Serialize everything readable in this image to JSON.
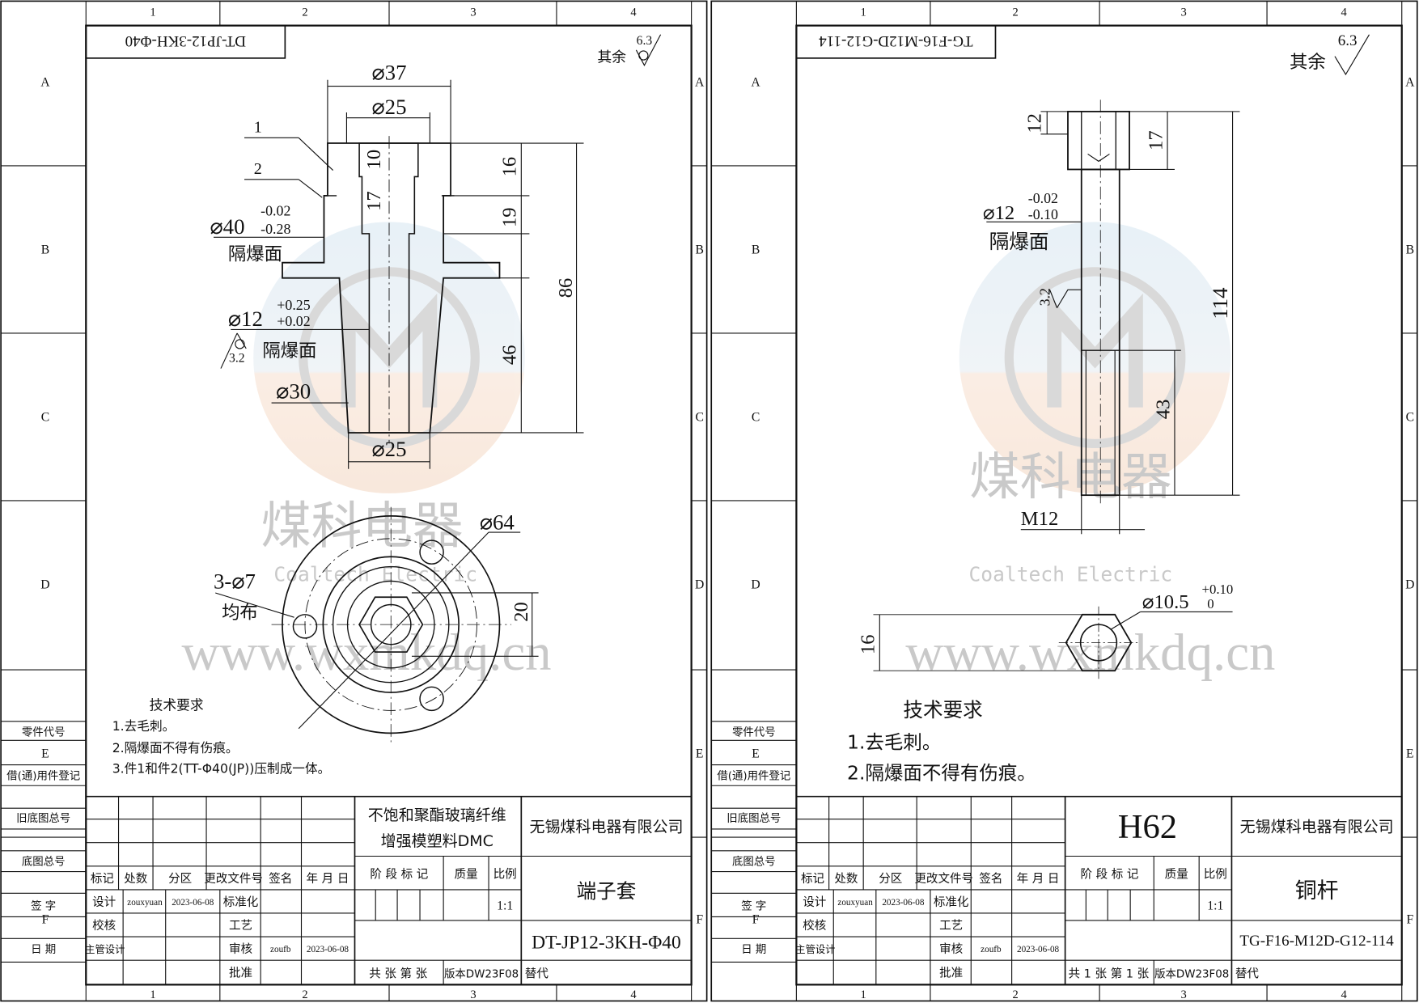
{
  "frame": {
    "zone_numbers": [
      "1",
      "2",
      "3",
      "4"
    ],
    "zone_letters": [
      "A",
      "B",
      "C",
      "D",
      "E",
      "F"
    ],
    "side_labels": [
      "零件代号",
      "借(通)用件登记",
      "旧底图总号",
      "底图总号",
      "签 字",
      "日 期"
    ],
    "title_block": {
      "headers": [
        "标记",
        "处数",
        "分区",
        "更改文件号",
        "签名",
        "年 月 日"
      ],
      "design": "设计",
      "designer": "zouxyuan",
      "design_date": "2023-06-08",
      "standardize": "标准化",
      "check": "校核",
      "process": "工艺",
      "chief": "主管设计",
      "review": "审核",
      "reviewer": "zoufb",
      "review_date": "2023-06-08",
      "approve": "批准",
      "stage_mark": "阶 段 标 记",
      "mass": "质量",
      "scale_label": "比例",
      "scale": "1:1",
      "version": "版本DW23F08",
      "replace": "替代",
      "company": "无锡煤科电器有限公司"
    },
    "watermark": {
      "cn": "煤科电器",
      "en": "Coaltech Electric",
      "url": "www.wxmkdq.cn"
    },
    "roughness_rest": "其余",
    "roughness_rest_value": "6.3",
    "notes_title": "技术要求"
  },
  "sheets": [
    {
      "top_code": "DT-JP12-3KH-Φ40",
      "material": [
        "不饱和聚酯玻璃纤维",
        "增强模塑料DMC"
      ],
      "part_name": "端子套",
      "drawing_no": "DT-JP12-3KH-Φ40",
      "sheet_count": "共 张 第 张",
      "notes": [
        "1.去毛刺。",
        "2.隔爆面不得有伤痕。",
        "3.件1和件2(TT-Φ40(JP))压制成一体。"
      ],
      "dims": {
        "d37": "⌀37",
        "d25_top": "⌀25",
        "h10": "10",
        "h17": "17",
        "h16": "16",
        "h19": "19",
        "h86": "86",
        "h46": "46",
        "d40": "⌀40",
        "d40_upper": "-0.02",
        "d40_lower": "-0.28",
        "face1": "隔爆面",
        "d12": "⌀12",
        "d12_upper": "+0.25",
        "d12_lower": "+0.02",
        "rough32": "3.2",
        "face2": "隔爆面",
        "d30": "⌀30",
        "d25_bottom": "⌀25",
        "d64": "⌀64",
        "holes": "3-⌀7",
        "holes_note": "均布",
        "w20": "20",
        "item1": "1",
        "item2": "2"
      }
    },
    {
      "top_code": "TG-F16-M12D-G12-114",
      "material": [
        "H62"
      ],
      "part_name": "铜杆",
      "drawing_no": "TG-F16-M12D-G12-114",
      "sheet_count": "共 1 张  第 1 张",
      "notes": [
        "1.去毛刺。",
        "2.隔爆面不得有伤痕。"
      ],
      "dims": {
        "h12": "12",
        "h17": "17",
        "h114": "114",
        "h43": "43",
        "d12": "⌀12",
        "d12_upper": "-0.02",
        "d12_lower": "-0.10",
        "face": "隔爆面",
        "rough32": "3.2",
        "thread": "M12",
        "hex16": "16",
        "d105": "⌀10.5",
        "d105_upper": "+0.10",
        "d105_lower": "0"
      }
    }
  ]
}
